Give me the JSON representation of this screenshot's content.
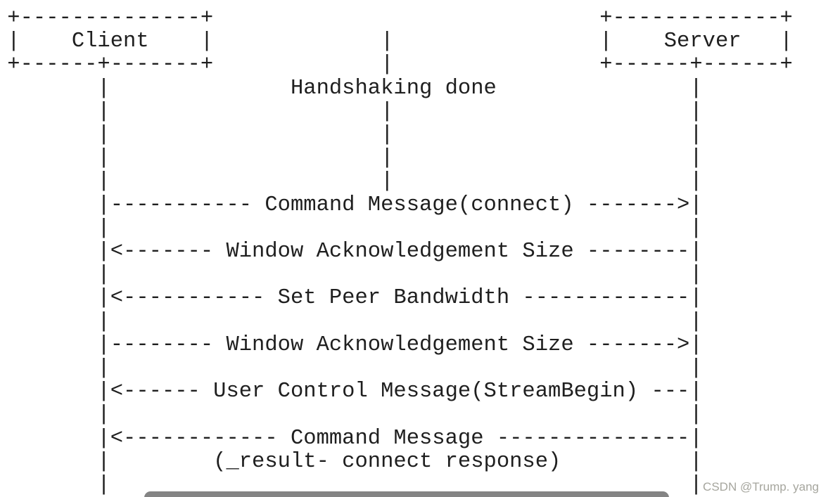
{
  "diagram": {
    "actors": {
      "left": "Client",
      "right": "Server"
    },
    "annotation": "Handshaking done",
    "messages": [
      {
        "from": "client",
        "to": "server",
        "label": "Command Message(connect)"
      },
      {
        "from": "server",
        "to": "client",
        "label": "Window Acknowledgement Size"
      },
      {
        "from": "server",
        "to": "client",
        "label": "Set Peer Bandwidth"
      },
      {
        "from": "client",
        "to": "server",
        "label": "Window Acknowledgement Size"
      },
      {
        "from": "server",
        "to": "client",
        "label": "User Control Message(StreamBegin)"
      },
      {
        "from": "server",
        "to": "client",
        "label": "Command Message (_result- connect response)"
      }
    ],
    "ascii_lines": [
      " +--------------+                              +-------------+",
      " |    Client    |             |                |    Server   |",
      " +------+-------+             |                +------+------+",
      "        |              Handshaking done               |",
      "        |                     |                       |",
      "        |                     |                       |",
      "        |                     |                       |",
      "        |                     |                       |",
      "        |----------- Command Message(connect) ------->|",
      "        |                                             |",
      "        |<------- Window Acknowledgement Size --------|",
      "        |                                             |",
      "        |<----------- Set Peer Bandwidth -------------|",
      "        |                                             |",
      "        |-------- Window Acknowledgement Size ------->|",
      "        |                                             |",
      "        |<------ User Control Message(StreamBegin) ---|",
      "        |                                             |",
      "        |<------------ Command Message ---------------|",
      "        |        (_result- connect response)          |",
      "        |                                             |"
    ]
  },
  "watermark": {
    "text": "CSDN @Trump. yang"
  },
  "colors": {
    "text": "#1f1f1f",
    "watermark": "#a6a69e",
    "scrollbar": "#848484",
    "background": "#ffffff"
  }
}
